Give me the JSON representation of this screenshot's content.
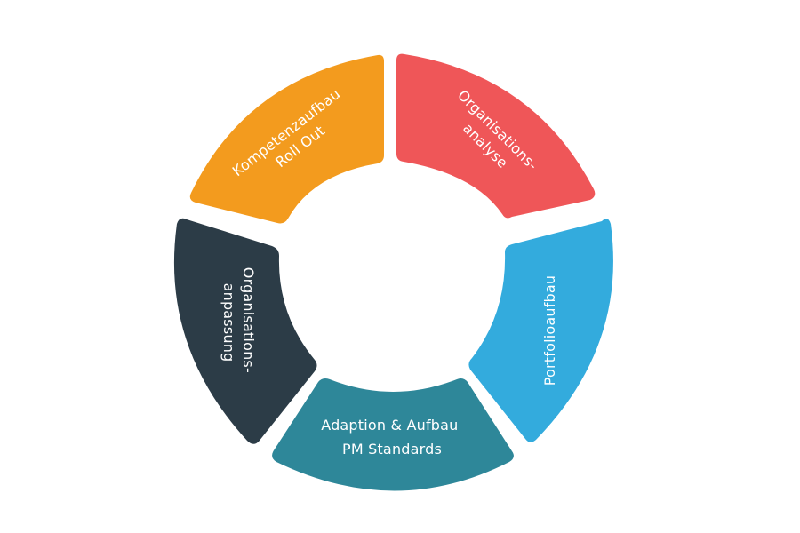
{
  "diagram": {
    "segments": [
      {
        "id": "organisationsanalyse",
        "lines": [
          "Organisations-",
          "analyse"
        ],
        "color": "#EF5658"
      },
      {
        "id": "portfolioaufbau",
        "lines": [
          "Portfolioaufbau"
        ],
        "color": "#33ABDD"
      },
      {
        "id": "adaption-aufbau-pm-standards",
        "lines": [
          "Adaption & Aufbau",
          "PM Standards"
        ],
        "color": "#2E8799"
      },
      {
        "id": "organisationsanpassung",
        "lines": [
          "Organisations-",
          "anpassung"
        ],
        "color": "#2C3C47"
      },
      {
        "id": "kompetenzaufbau-roll-out",
        "lines": [
          "Kompetenzaufbau",
          "Roll Out"
        ],
        "color": "#F39B1E"
      }
    ]
  }
}
